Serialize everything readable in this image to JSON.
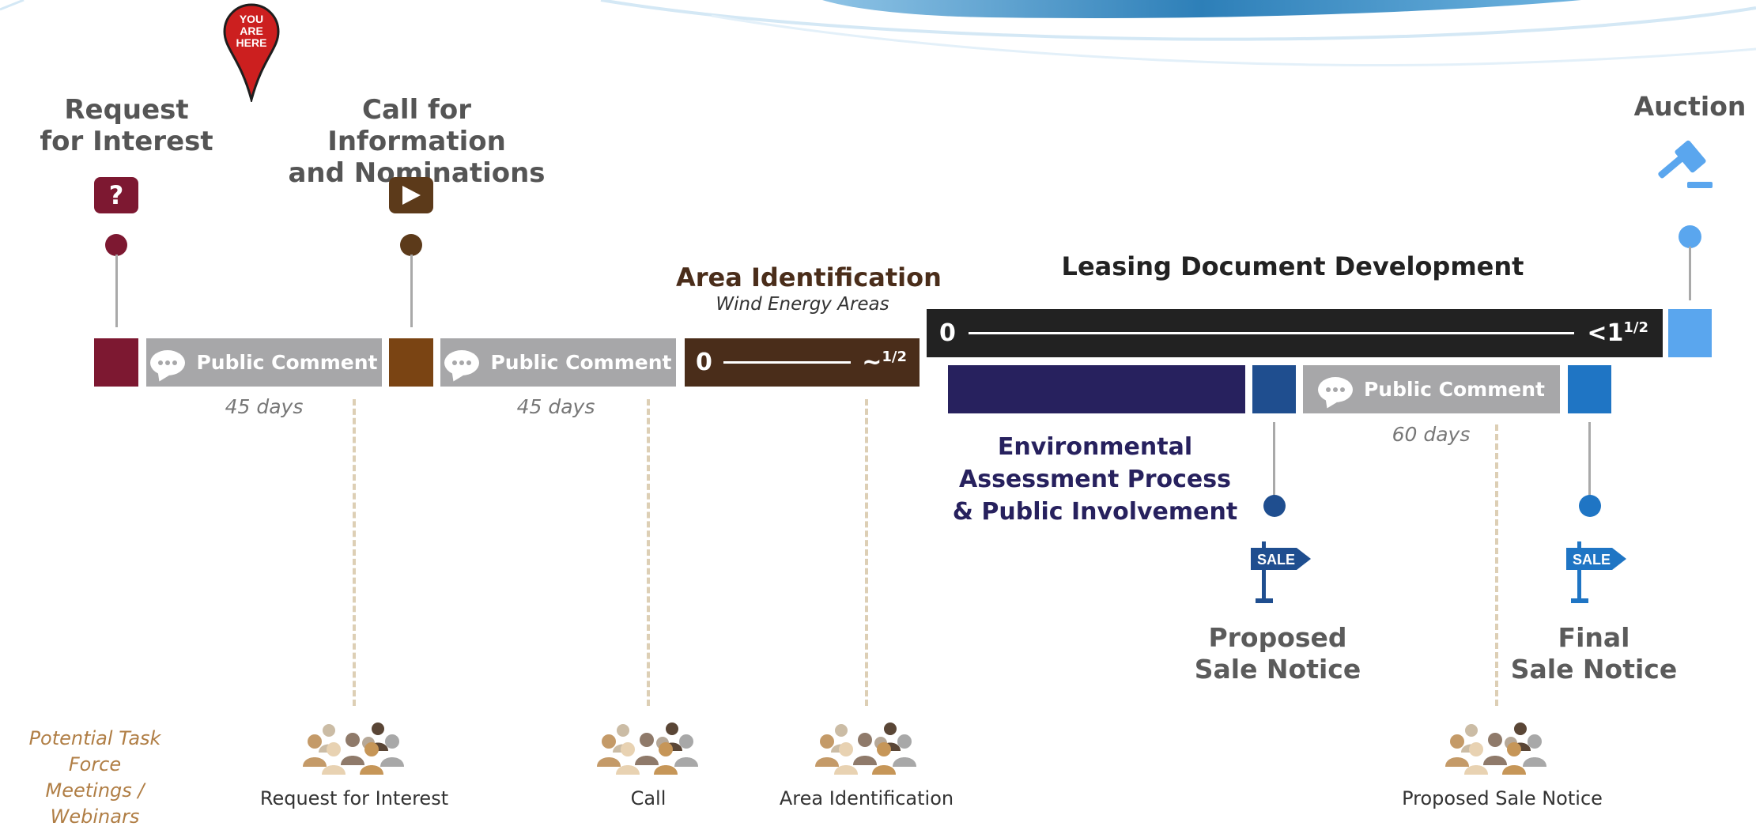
{
  "stages": {
    "rfi": {
      "title": "Request\nfor Interest",
      "icon": "question-icon",
      "color": "#7d1831"
    },
    "call": {
      "title": "Call for Information\nand Nominations",
      "icon": "play-icon",
      "color": "#5c3a1a"
    },
    "area": {
      "title": "Area Identification",
      "subtitle": "Wind Energy Areas",
      "color": "#4a2d1a",
      "scale_start": "0",
      "scale_end": "~",
      "scale_frac": "1/2"
    },
    "leasing": {
      "title": "Leasing Document Development",
      "scale_start": "0",
      "scale_end": "<1",
      "scale_frac": "1/2",
      "color": "#222222"
    },
    "auction": {
      "title": "Auction",
      "icon": "gavel-icon",
      "color": "#5aa6ee"
    }
  },
  "marker": {
    "label": "YOU\nARE\nHERE",
    "color": "#cc1f1f",
    "icon": "location-pin-icon"
  },
  "public_comment": {
    "label": "Public Comment",
    "icon": "speech-bubble-icon"
  },
  "durations": {
    "rfi": "45 days",
    "call": "45 days",
    "psn": "60 days"
  },
  "environmental": {
    "title": "Environmental\nAssessment Process\n& Public Involvement",
    "color": "#27215e"
  },
  "notices": {
    "proposed": {
      "title": "Proposed\nSale Notice",
      "sign": "SALE",
      "color": "#1f4e8f"
    },
    "final": {
      "title": "Final\nSale Notice",
      "sign": "SALE",
      "color": "#1f75c4"
    }
  },
  "task_force": {
    "label": "Potential Task Force\nMeetings / Webinars",
    "meetings": [
      "Request for Interest",
      "Call",
      "Area Identification",
      "Proposed Sale Notice"
    ],
    "icon": "people-group-icon"
  },
  "colors": {
    "accent_tan": "#b07e45",
    "grey_bar": "#a7a7a9",
    "wave": "#3d8fc6"
  }
}
